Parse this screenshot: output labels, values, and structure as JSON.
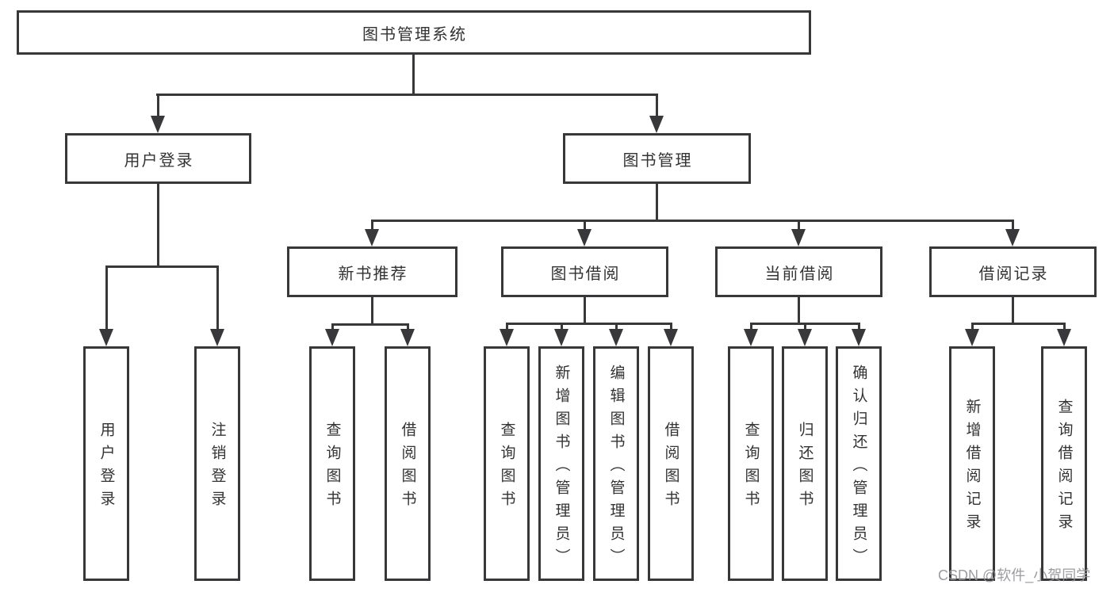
{
  "colors": {
    "line": "#38383a",
    "text": "#333333",
    "background": "#ffffff",
    "watermark": "#94949a"
  },
  "root": {
    "label": "图书管理系统"
  },
  "user_login": {
    "label": "用户登录",
    "children": [
      {
        "label": "用户登录"
      },
      {
        "label": "注销登录"
      }
    ]
  },
  "book_management": {
    "label": "图书管理",
    "sections": [
      {
        "label": "新书推荐",
        "children": [
          {
            "label": "查询图书"
          },
          {
            "label": "借阅图书"
          }
        ]
      },
      {
        "label": "图书借阅",
        "children": [
          {
            "label": "查询图书"
          },
          {
            "label": "新增图书（管理员）"
          },
          {
            "label": "编辑图书（管理员）"
          },
          {
            "label": "借阅图书"
          }
        ]
      },
      {
        "label": "当前借阅",
        "children": [
          {
            "label": "查询图书"
          },
          {
            "label": "归还图书"
          },
          {
            "label": "确认归还（管理员）"
          }
        ]
      },
      {
        "label": "借阅记录",
        "children": [
          {
            "label": "新增借阅记录"
          },
          {
            "label": "查询借阅记录"
          }
        ]
      }
    ]
  },
  "watermark": {
    "text": "CSDN @软件_小贺同学"
  }
}
